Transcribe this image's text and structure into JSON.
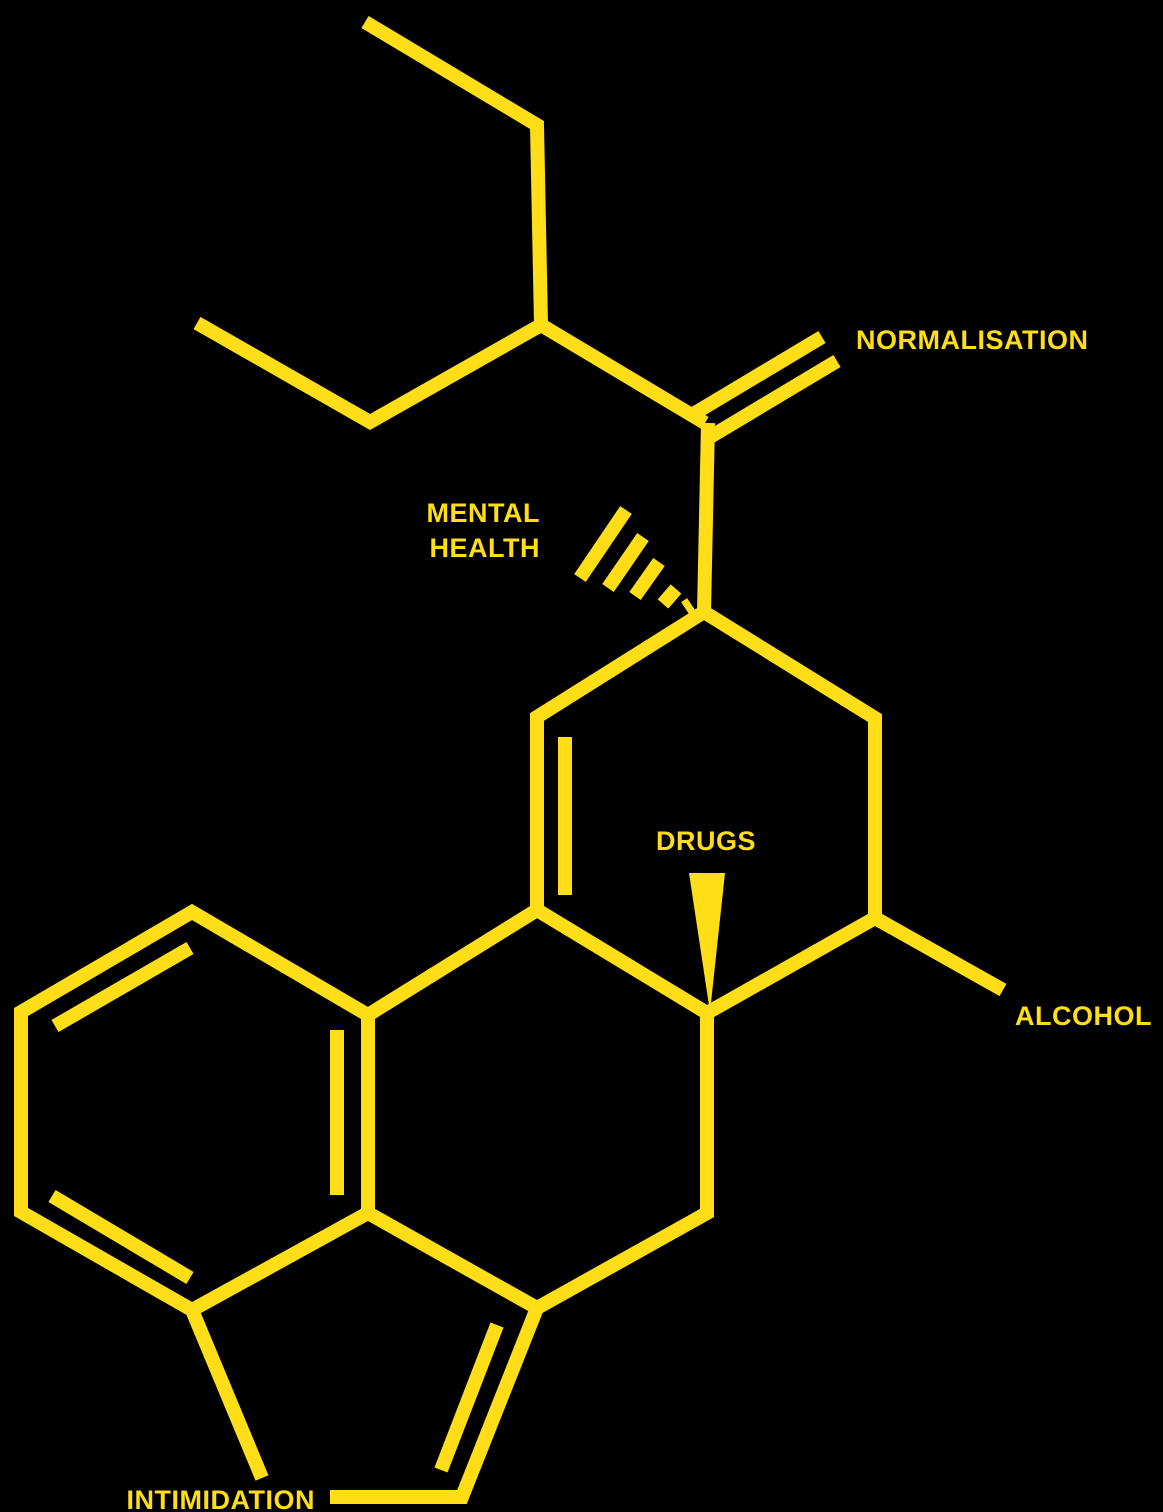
{
  "colors": {
    "background": "#000000",
    "ink": "#FFDD17"
  },
  "labels": {
    "normalisation": "NORMALISATION",
    "mental_line1": "MENTAL",
    "mental_line2": "HEALTH",
    "drugs": "DRUGS",
    "alcohol": "ALCOHOL",
    "intimidation": "INTIMIDATION"
  }
}
